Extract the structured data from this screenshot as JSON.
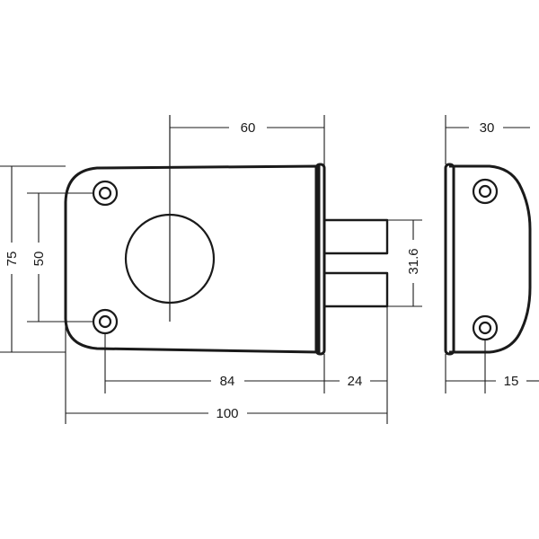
{
  "dimensions": {
    "front_width": "60",
    "front_height": "75",
    "hole_spacing": "50",
    "bolt_spacing": "31.6",
    "hole_to_face": "84",
    "bolt_projection": "24",
    "overall_length": "100",
    "side_depth": "30",
    "side_plate": "15"
  },
  "colors": {
    "line": "#1a1a1a",
    "background": "#ffffff"
  }
}
